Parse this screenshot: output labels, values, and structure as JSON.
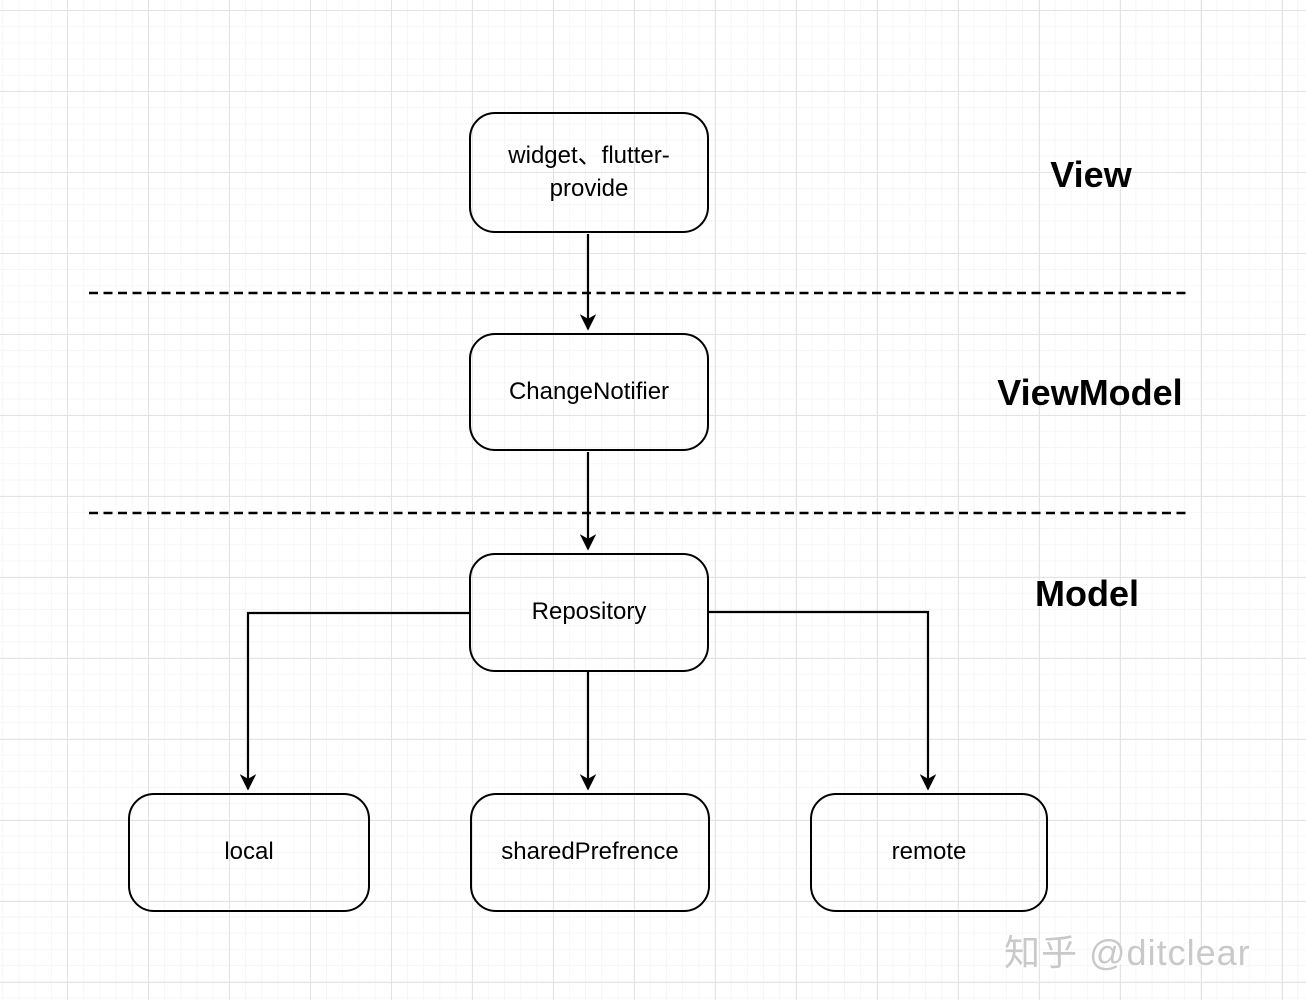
{
  "diagram": {
    "title_hint": "Flutter MVVM architecture diagram",
    "nodes": {
      "widget_line1": "widget、flutter-",
      "widget_line2": "provide",
      "change_notifier": "ChangeNotifier",
      "repository": "Repository",
      "local": "local",
      "shared_prefrence": "sharedPrefrence",
      "remote": "remote"
    },
    "layer_labels": {
      "view": "View",
      "viewmodel": "ViewModel",
      "model": "Model"
    },
    "colors": {
      "stroke": "#000000",
      "background": "#ffffff",
      "grid_major": "#e3e3e3",
      "grid_minor": "#f6f6f6",
      "watermark": "#c9c9c9"
    }
  },
  "watermark": {
    "text": "知乎 @ditclear"
  }
}
